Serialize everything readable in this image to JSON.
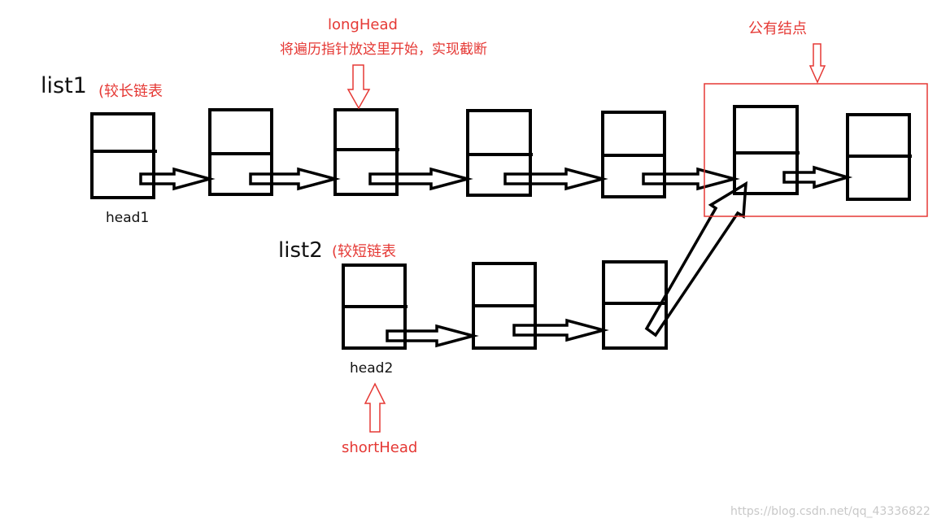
{
  "labels": {
    "list1": "list1",
    "list1_note": "(较长链表",
    "list2": "list2",
    "list2_note": "(较短链表",
    "head1": "head1",
    "head2": "head2",
    "long_head": "longHead",
    "long_head_note": "将遍历指针放这里开始，实现截断",
    "short_head": "shortHead",
    "common_node": "公有结点",
    "watermark": "https://blog.csdn.net/qq_43336822"
  },
  "colors": {
    "stroke": "#000000",
    "annotation": "#e53935",
    "watermark": "#c8c8c8"
  },
  "lists": {
    "list1_node_count": 7,
    "list2_node_count": 3,
    "common_node_count": 2
  }
}
